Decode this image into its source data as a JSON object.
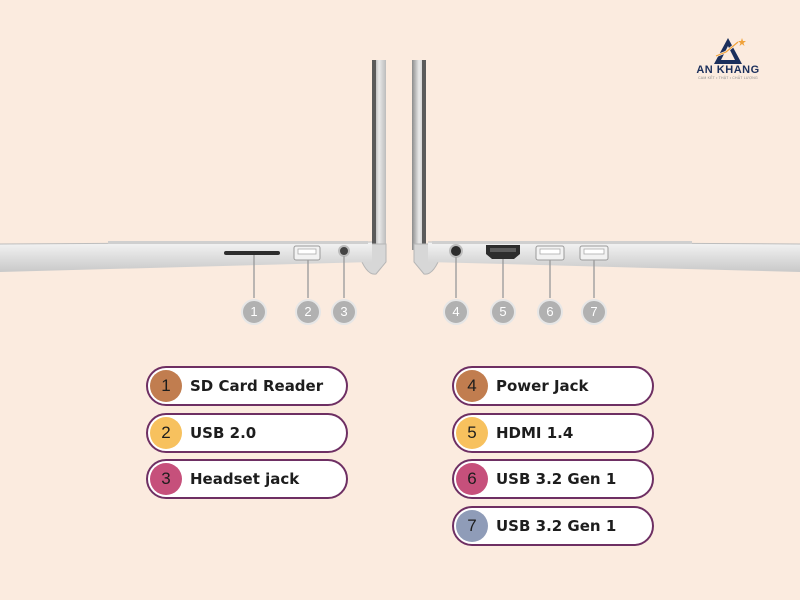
{
  "brand": {
    "name": "AN KHANG",
    "tagline": "CAM KẾT • THẬT • CHẤT LƯỢNG"
  },
  "colors": {
    "background": "#fbebdf",
    "border": "#6e2f63",
    "callout": "#b1b1b1"
  },
  "callouts": [
    "1",
    "2",
    "3",
    "4",
    "5",
    "6",
    "7"
  ],
  "legend": [
    {
      "num": "1",
      "label": "SD Card Reader",
      "color": "#c17d4f"
    },
    {
      "num": "2",
      "label": "USB 2.0",
      "color": "#f7c15e"
    },
    {
      "num": "3",
      "label": "Headset jack",
      "color": "#c6507b"
    },
    {
      "num": "4",
      "label": "Power Jack",
      "color": "#c17d4f"
    },
    {
      "num": "5",
      "label": "HDMI 1.4",
      "color": "#f7c15e"
    },
    {
      "num": "6",
      "label": "USB 3.2 Gen 1",
      "color": "#c6507b"
    },
    {
      "num": "7",
      "label": "USB 3.2 Gen 1",
      "color": "#8f9cb8"
    }
  ]
}
